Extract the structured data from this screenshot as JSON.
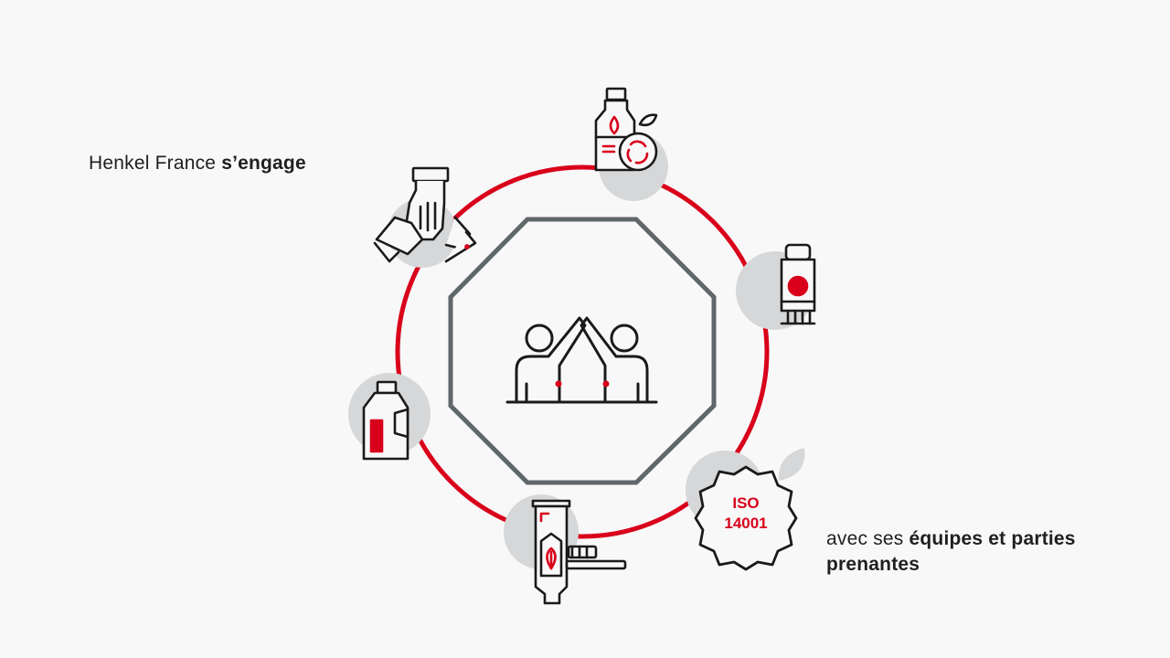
{
  "captions": {
    "left_regular": "Henkel France ",
    "left_bold": "s’engage",
    "right_regular": "avec ses ",
    "right_bold_1": "équipes et parties",
    "right_bold_2": "prenantes"
  },
  "center_icon": "high-five-people-icon",
  "ring_icons": [
    "hands-together-icon",
    "recycled-bottle-icon",
    "glue-stick-icon",
    "iso-14001-badge-icon",
    "toothpaste-icon",
    "detergent-bottle-icon"
  ],
  "badge": {
    "line1": "ISO",
    "line2": "14001"
  },
  "colors": {
    "accent": "#d9001b",
    "octagon": "#5f676b",
    "icon_stroke": "#1a1a1a",
    "bubble": "#d6d7d8",
    "background": "#f8f8f8"
  }
}
